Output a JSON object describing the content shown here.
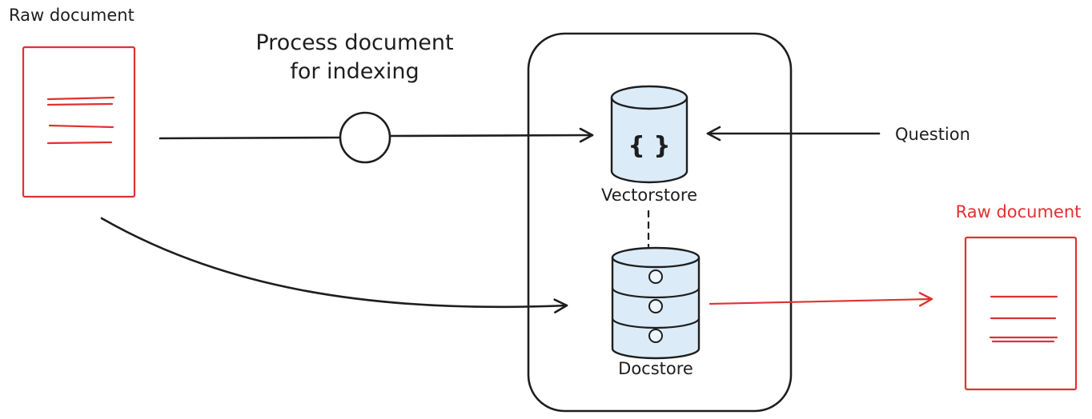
{
  "diagram": {
    "labels": {
      "raw_document_left": "Raw document",
      "process_step_line1": "Process document",
      "process_step_line2": "for indexing",
      "vectorstore": "Vectorstore",
      "vectorstore_symbol": "{ }",
      "docstore": "Docstore",
      "question": "Question",
      "raw_document_right": "Raw document"
    },
    "colors": {
      "ink": "#1e1e1e",
      "accent_red": "#e03131",
      "store_fill": "#dcebf8",
      "background": "#ffffff"
    }
  }
}
